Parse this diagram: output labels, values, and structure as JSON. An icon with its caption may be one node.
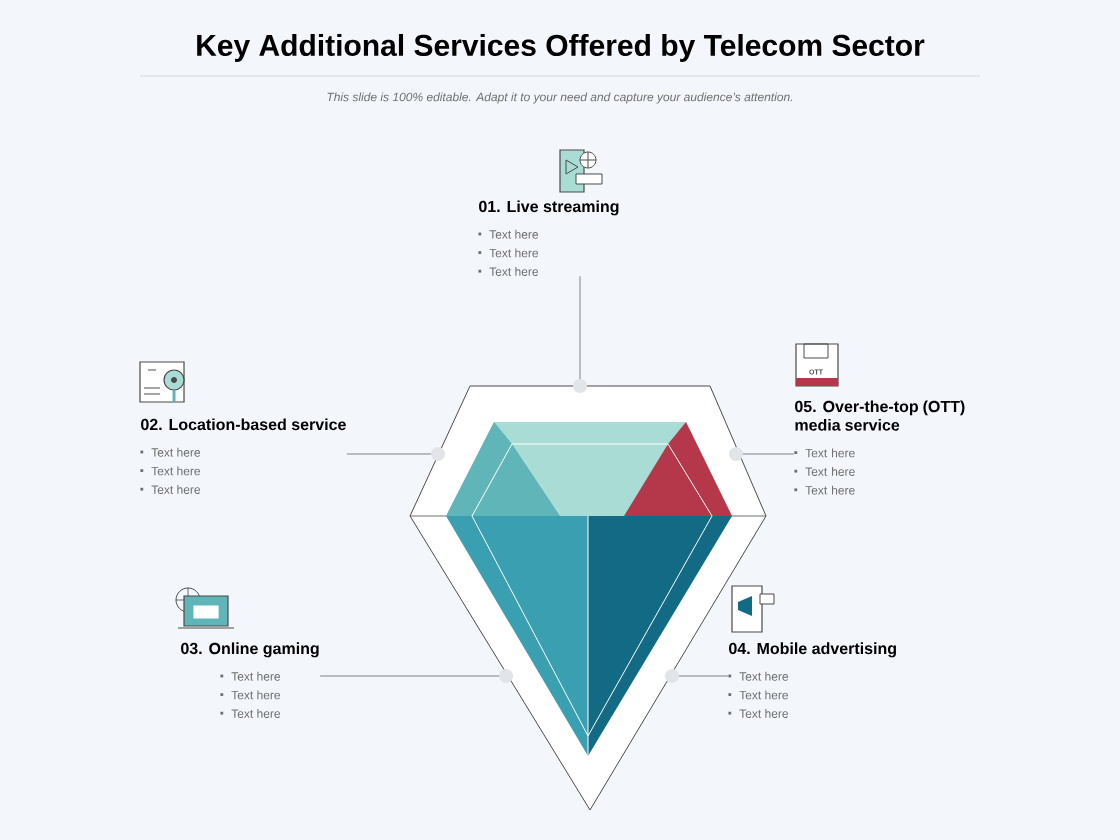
{
  "diagram": {
    "title": "Key Additional Services Offered by Telecom Sector",
    "nodes": [
      {
        "text": [],
        "shape": "diamond"
      },
      {
        "text": [
          "01. Live streaming",
          "Text here",
          "Text here",
          "Text here"
        ]
      },
      {
        "text": [
          "02. Location-based service",
          "Text here",
          "Text here",
          "Text here"
        ]
      },
      {
        "text": [
          "03. Online gaming",
          "Text here",
          "Text here",
          "Text here"
        ]
      },
      {
        "text": [
          "04. Mobile advertising",
          "Text here",
          "Text here",
          "Text here"
        ]
      },
      {
        "text": [
          "05. Over-the-top (OTT) media service",
          "Text here",
          "Text here",
          "Text here"
        ]
      }
    ],
    "edges": [
      {
        "from": 1,
        "to": 0,
        "arrow": "none"
      },
      {
        "from": 2,
        "to": 0,
        "arrow": "none"
      },
      {
        "from": 3,
        "to": 0,
        "arrow": "none"
      },
      {
        "from": 4,
        "to": 0,
        "arrow": "none"
      },
      {
        "from": 5,
        "to": 0,
        "arrow": "none"
      }
    ],
    "labels": [
      "This slide is 100% editable. Adapt it to your need and capture your audience’s attention.",
      "OTT"
    ]
  }
}
